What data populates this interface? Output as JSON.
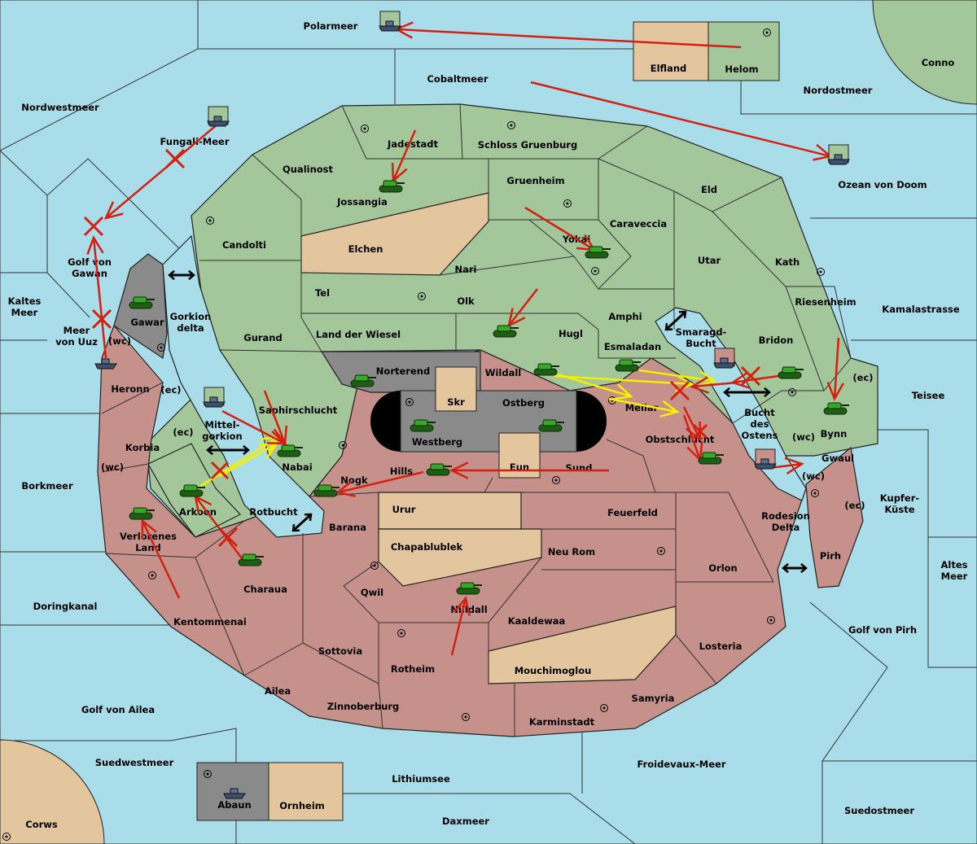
{
  "colors": {
    "sea": "#a9dde9",
    "north_land": "#a3c69a",
    "south_land": "#c5918a",
    "neutral": "#e4c69e",
    "impassable": "#8a8a8a",
    "order_move": "#d42010",
    "order_support": "#f5f000",
    "order_convoy": "#000000"
  },
  "labels": [
    {
      "lines": [
        "Polarmeer"
      ]
    },
    {
      "lines": [
        "Cobaltmeer"
      ]
    },
    {
      "lines": [
        "Elfland"
      ]
    },
    {
      "lines": [
        "Helom"
      ]
    },
    {
      "lines": [
        "Conno"
      ]
    },
    {
      "lines": [
        "Nordwestmeer"
      ]
    },
    {
      "lines": [
        "Nordostmeer"
      ]
    },
    {
      "lines": [
        "Fungali-Meer"
      ]
    },
    {
      "lines": [
        "Jadestadt"
      ]
    },
    {
      "lines": [
        "Schloss Gruenburg"
      ]
    },
    {
      "lines": [
        "Qualinost"
      ]
    },
    {
      "lines": [
        "Gruenheim"
      ]
    },
    {
      "lines": [
        "Eld"
      ]
    },
    {
      "lines": [
        "Ozean von Doom"
      ]
    },
    {
      "lines": [
        "Jossangia"
      ]
    },
    {
      "lines": [
        "Caraveccia"
      ]
    },
    {
      "lines": [
        "Candolti"
      ]
    },
    {
      "lines": [
        "Elchen"
      ]
    },
    {
      "lines": [
        "Yokai"
      ]
    },
    {
      "lines": [
        "Utar"
      ]
    },
    {
      "lines": [
        "Kath"
      ]
    },
    {
      "lines": [
        "Golf von",
        "Gawan"
      ]
    },
    {
      "lines": [
        "Nari"
      ]
    },
    {
      "lines": [
        "Tel"
      ]
    },
    {
      "lines": [
        "Riesenheim"
      ]
    },
    {
      "lines": [
        "Kaltes",
        "Meer"
      ]
    },
    {
      "lines": [
        "Olk"
      ]
    },
    {
      "lines": [
        "Kamalastrasse"
      ]
    },
    {
      "lines": [
        "Amphi"
      ]
    },
    {
      "lines": [
        "Gorkion",
        "delta"
      ]
    },
    {
      "lines": [
        "Gawar"
      ]
    },
    {
      "lines": [
        "Meer",
        "von Uuz"
      ]
    },
    {
      "lines": [
        "(wc)"
      ]
    },
    {
      "lines": [
        "Gurand"
      ]
    },
    {
      "lines": [
        "Land der Wiesel"
      ]
    },
    {
      "lines": [
        "Hugl"
      ]
    },
    {
      "lines": [
        "Smaragd-",
        "Bucht"
      ]
    },
    {
      "lines": [
        "Bridon"
      ]
    },
    {
      "lines": [
        "Esmaladan"
      ]
    },
    {
      "lines": [
        "Norterend"
      ]
    },
    {
      "lines": [
        "Wildall"
      ]
    },
    {
      "lines": [
        "Heronn"
      ]
    },
    {
      "lines": [
        "(ec)"
      ]
    },
    {
      "lines": [
        "(ec)"
      ]
    },
    {
      "lines": [
        "Teisee"
      ]
    },
    {
      "lines": [
        "Skr"
      ]
    },
    {
      "lines": [
        "Ostberg"
      ]
    },
    {
      "lines": [
        "Mellar"
      ]
    },
    {
      "lines": [
        "Saphirschlucht"
      ]
    },
    {
      "lines": [
        "Bucht",
        "des",
        "Ostens"
      ]
    },
    {
      "lines": [
        "Mittel-",
        "gorkion"
      ]
    },
    {
      "lines": [
        "(ec)"
      ]
    },
    {
      "lines": [
        "Bynn"
      ]
    },
    {
      "lines": [
        "(wc)"
      ]
    },
    {
      "lines": [
        "Obstschlucht"
      ]
    },
    {
      "lines": [
        "Westberg"
      ]
    },
    {
      "lines": [
        "Korbia"
      ]
    },
    {
      "lines": [
        "Gwaul"
      ]
    },
    {
      "lines": [
        "Nabai"
      ]
    },
    {
      "lines": [
        "(wc)"
      ]
    },
    {
      "lines": [
        "Hills"
      ]
    },
    {
      "lines": [
        "Eun"
      ]
    },
    {
      "lines": [
        "Sund"
      ]
    },
    {
      "lines": [
        "(wc)"
      ]
    },
    {
      "lines": [
        "Nogk"
      ]
    },
    {
      "lines": [
        "Borkmeer"
      ]
    },
    {
      "lines": [
        "Kupfer-",
        "Küste"
      ]
    },
    {
      "lines": [
        "(ec)"
      ]
    },
    {
      "lines": [
        "Urur"
      ]
    },
    {
      "lines": [
        "Rotbucht"
      ]
    },
    {
      "lines": [
        "Feuerfeld"
      ]
    },
    {
      "lines": [
        "Arkoon"
      ]
    },
    {
      "lines": [
        "Rodesion",
        "Delta"
      ]
    },
    {
      "lines": [
        "Barana"
      ]
    },
    {
      "lines": [
        "Verlorenes",
        "Land"
      ]
    },
    {
      "lines": [
        "Chapablublek"
      ]
    },
    {
      "lines": [
        "Neu Rom"
      ]
    },
    {
      "lines": [
        "Pirh"
      ]
    },
    {
      "lines": [
        "Altes",
        "Meer"
      ]
    },
    {
      "lines": [
        "Orlon"
      ]
    },
    {
      "lines": [
        "Charaua"
      ]
    },
    {
      "lines": [
        "Qwil"
      ]
    },
    {
      "lines": [
        "Doringkanal"
      ]
    },
    {
      "lines": [
        "Nilldall"
      ]
    },
    {
      "lines": [
        "Kaaldewaa"
      ]
    },
    {
      "lines": [
        "Kentommenai"
      ]
    },
    {
      "lines": [
        "Golf von Pirh"
      ]
    },
    {
      "lines": [
        "Losteria"
      ]
    },
    {
      "lines": [
        "Sottovia"
      ]
    },
    {
      "lines": [
        "Rotheim"
      ]
    },
    {
      "lines": [
        "Mouchimoglou"
      ]
    },
    {
      "lines": [
        "Ailea"
      ]
    },
    {
      "lines": [
        "Samyria"
      ]
    },
    {
      "lines": [
        "Zinnoberburg"
      ]
    },
    {
      "lines": [
        "Golf von Ailea"
      ]
    },
    {
      "lines": [
        "Karminstadt"
      ]
    },
    {
      "lines": [
        "Suedwestmeer"
      ]
    },
    {
      "lines": [
        "Froidevaux-Meer"
      ]
    },
    {
      "lines": [
        "Lithiumsee"
      ]
    },
    {
      "lines": [
        "Abaun"
      ]
    },
    {
      "lines": [
        "Ornheim"
      ]
    },
    {
      "lines": [
        "Suedostmeer"
      ]
    },
    {
      "lines": [
        "Daxmeer"
      ]
    },
    {
      "lines": [
        "Corws"
      ]
    }
  ],
  "units": {
    "armies": [
      "Jossangia",
      "Yokai",
      "Hugl",
      "Gawar",
      "Norterend",
      "Wildall",
      "Westberg",
      "Ostberg",
      "Esmaladan",
      "Nabai",
      "Nogk",
      "Hills",
      "Obstschlucht",
      "Bridon",
      "Bynn",
      "Arkoon",
      "Verlorenes Land",
      "Charaua",
      "Nilldall"
    ],
    "fleets": [
      "Polarmeer",
      "Fungali-Meer",
      "Ozean von Doom",
      "Meer von Uuz",
      "Mittelgorkion",
      "Smaragd-Bucht",
      "Bucht des Ostens",
      "Abaun"
    ]
  }
}
